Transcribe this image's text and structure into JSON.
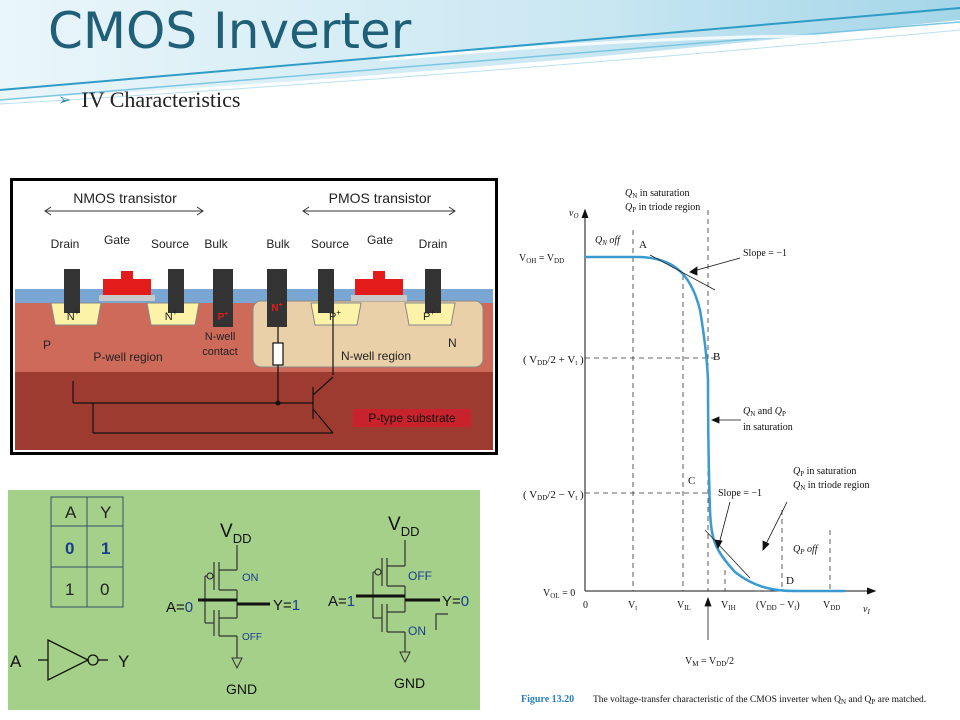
{
  "slide": {
    "title": "CMOS Inverter",
    "bullet": "IV Characteristics"
  },
  "cross_section": {
    "nmos_label": "NMOS transistor",
    "pmos_label": "PMOS transistor",
    "terminals": [
      "Drain",
      "Gate",
      "Source",
      "Bulk",
      "Bulk",
      "Source",
      "Gate",
      "Drain"
    ],
    "n_plus": "N",
    "p_plus": "P",
    "p_region": "P",
    "p_well": "P-well region",
    "n_well_contact_1": "N-well",
    "n_well_contact_2": "contact",
    "n_well": "N-well region",
    "n_region": "N",
    "substrate": "P-type substrate",
    "colors": {
      "p_region": "#cd6a5a",
      "substrate": "#9e3b30",
      "n_well": "#e9d0a8",
      "gate": "#e31b1b",
      "oxide": "#79a6d2",
      "contact": "#333333",
      "substrate_label_bg": "#c8232c"
    }
  },
  "truth_table": {
    "headers": [
      "A",
      "Y"
    ],
    "rows": [
      [
        "0",
        "1"
      ],
      [
        "1",
        "0"
      ]
    ]
  },
  "gate_symbol": {
    "input": "A",
    "output": "Y"
  },
  "inverter_a0": {
    "vdd": "V",
    "vdd_sub": "DD",
    "input": "A=0",
    "output": "Y=1",
    "top_state": "ON",
    "bottom_state": "OFF",
    "gnd": "GND"
  },
  "inverter_a1": {
    "vdd": "V",
    "vdd_sub": "DD",
    "input": "A=1",
    "output": "Y=0",
    "top_state": "OFF",
    "bottom_state": "ON",
    "gnd": "GND"
  },
  "vtc": {
    "y_axis": "v",
    "y_axis_sub": "O",
    "x_axis": "v",
    "x_axis_sub": "I",
    "voh": "V",
    "voh_label": "OH = V",
    "vol_label": "OL = 0",
    "point_labels": [
      "A",
      "B",
      "C",
      "D"
    ],
    "qn_off": "Q",
    "qn_off_text": "N off",
    "qp_off_text": "P off",
    "top_note_1": "Q N in saturation",
    "top_note_2": "Q P in triode region",
    "slope_1": "Slope = −1",
    "slope_2": "Slope = −1",
    "mid_note_1": "Q N and Q P",
    "mid_note_2": "in saturation",
    "low_note_1": "Q P in saturation",
    "low_note_2": "Q N in triode region",
    "x_ticks": [
      "0",
      "V",
      "V",
      "V",
      "(V",
      "V"
    ],
    "vm_label": "V",
    "caption_label": "Figure 13.20",
    "caption_text": "The voltage-transfer characteristic of the CMOS inverter when Q",
    "curve_color": "#3b9ad0"
  }
}
